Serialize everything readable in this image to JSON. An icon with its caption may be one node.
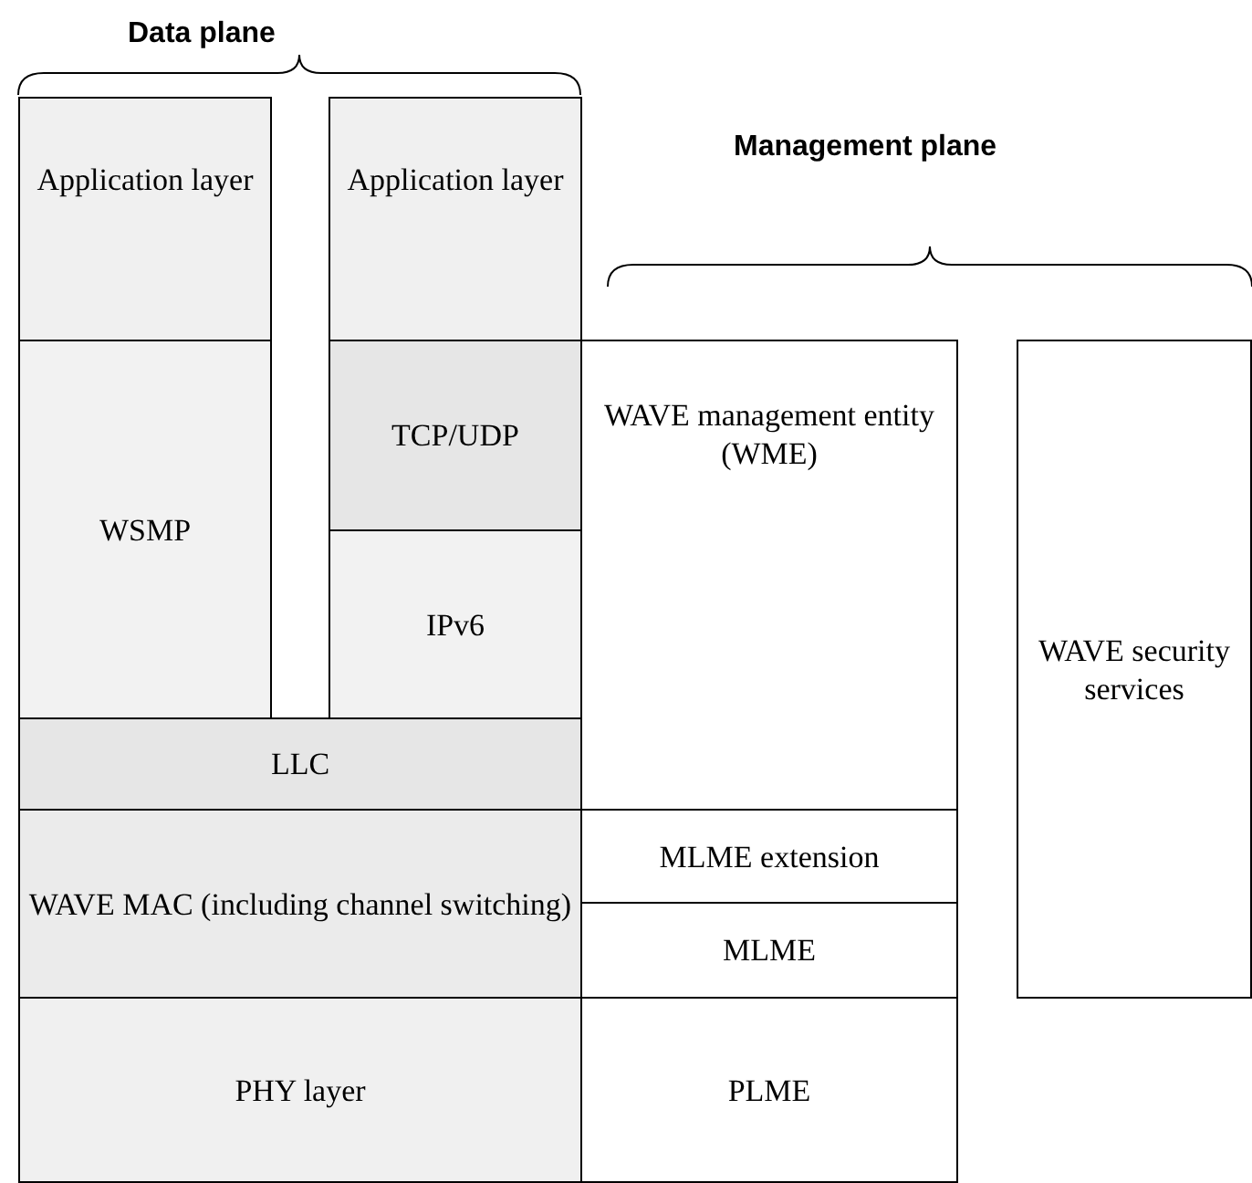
{
  "diagram": {
    "nodes": [
      {
        "text": [
          "Application layer"
        ]
      },
      {
        "text": [
          "Application layer"
        ]
      },
      {
        "text": [
          "WSMP"
        ]
      },
      {
        "text": [
          "TCP/UDP"
        ]
      },
      {
        "text": [
          "IPv6"
        ]
      },
      {
        "text": [
          "LLC"
        ]
      },
      {
        "text": [
          "WAVE MAC (including channel switching)"
        ]
      },
      {
        "text": [
          "PHY layer"
        ]
      },
      {
        "text": [
          "WAVE management entity (WME)"
        ]
      },
      {
        "text": [
          "MLME extension"
        ]
      },
      {
        "text": [
          "MLME"
        ]
      },
      {
        "text": [
          "PLME"
        ]
      },
      {
        "text": [
          "WAVE security services"
        ]
      }
    ],
    "labels": [
      "Data plane",
      "Management plane"
    ]
  }
}
